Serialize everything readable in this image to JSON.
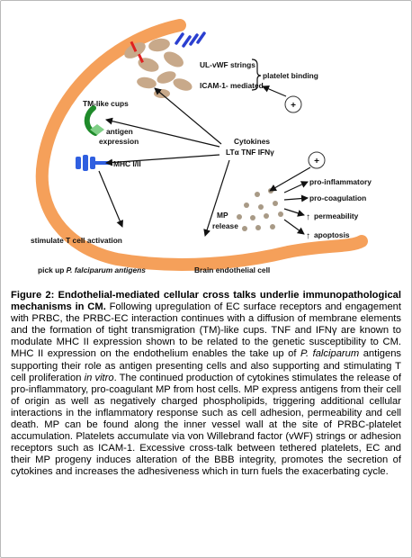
{
  "diagram": {
    "labels": {
      "ul_vwf": "UL-vWF strings",
      "icam": "ICAM-1- mediated",
      "platelet_binding": "platelet binding",
      "tm_cups": "TM-like cups",
      "antigen_expression_1": "antigen",
      "antigen_expression_2": "expression",
      "cytokines_1": "Cytokines",
      "cytokines_2": "LTα TNF IFNγ",
      "mhc": "MHC I/II",
      "pro_inflammatory": "pro-inflammatory",
      "pro_coagulation": "pro-coagulation",
      "permeability": "permeability",
      "apoptosis": "apoptosis",
      "mp_release_1": "MP",
      "mp_release_2": "release",
      "stimulate": "stimulate T cell activation",
      "pickup_prefix": "pick up ",
      "pickup_italic": "P. falciparum antigens",
      "brain_ec": "Brain endothelial cell",
      "plus": "+",
      "up_arrow": "↑"
    }
  },
  "caption": {
    "figure_label": "Figure 2:",
    "title_text": " Endothelial-mediated cellular cross talks underlie immunopathological mechanisms in CM.",
    "body_1": " Following upregulation of EC surface receptors and engagement with PRBC, the PRBC-EC interaction continues with a diffusion of membrane elements and the formation of tight transmigration (TM)-like cups. TNF and IFNγ are known to modulate MHC II expression shown to be related to the genetic susceptibility to CM. MHC II expression on the endothelium enables the take up of ",
    "italic_1": "P. falciparum",
    "body_2": " antigens supporting their role as antigen presenting cells and also supporting and stimulating T cell proliferation ",
    "italic_2": "in vitro",
    "body_3": ". The continued production of cytokines stimulates the release of pro-inflammatory, pro-coagulant MP from host cells. MP express antigens from their cell of origin as well as negatively charged phospholipids, triggering additional cellular interactions in the inflammatory response such as cell adhesion, permeability and cell death. MP can be found along the inner vessel wall at the site of PRBC-platelet accumulation. Platelets accumulate via von Willebrand factor (vWF) strings or adhesion receptors such as ICAM-1. Excessive cross-talk between tethered platelets, EC and their MP progeny induces alteration of the BBB integrity, promotes the secretion of cytokines and increases the adhesiveness which in turn fuels the exacerbating cycle."
  },
  "colors": {
    "endothelium": "#f5a05a",
    "prbc": "#c8a98a",
    "vwf": "#2a3fd0",
    "red_marker": "#e02020",
    "tm_cup": "#1e8a2a",
    "mhc": "#2f5fe0",
    "mp_particles": "#a89a86"
  }
}
